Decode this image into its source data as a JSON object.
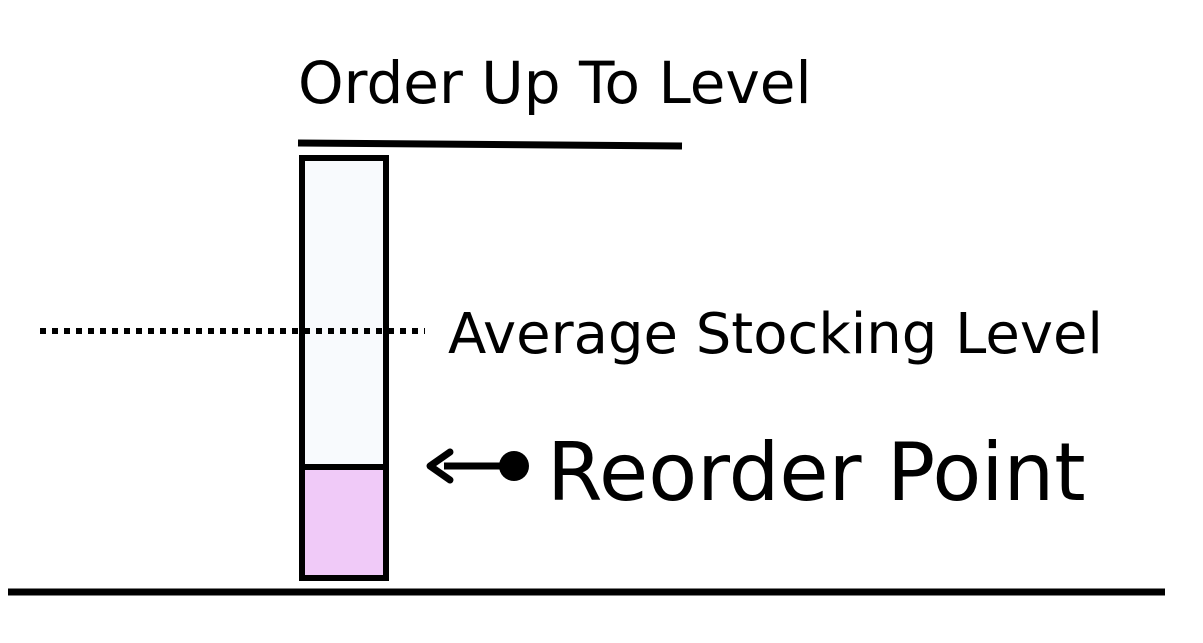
{
  "labels": {
    "order_up_to": "Order Up To Level",
    "average_stocking": "Average Stocking Level",
    "reorder_point": "Reorder Point"
  },
  "colors": {
    "ink": "#000000",
    "bin_fill": "#f8fafd",
    "stock_fill": "#f0caf8"
  },
  "icons": {
    "pointer": "arrow-left-with-dot"
  }
}
